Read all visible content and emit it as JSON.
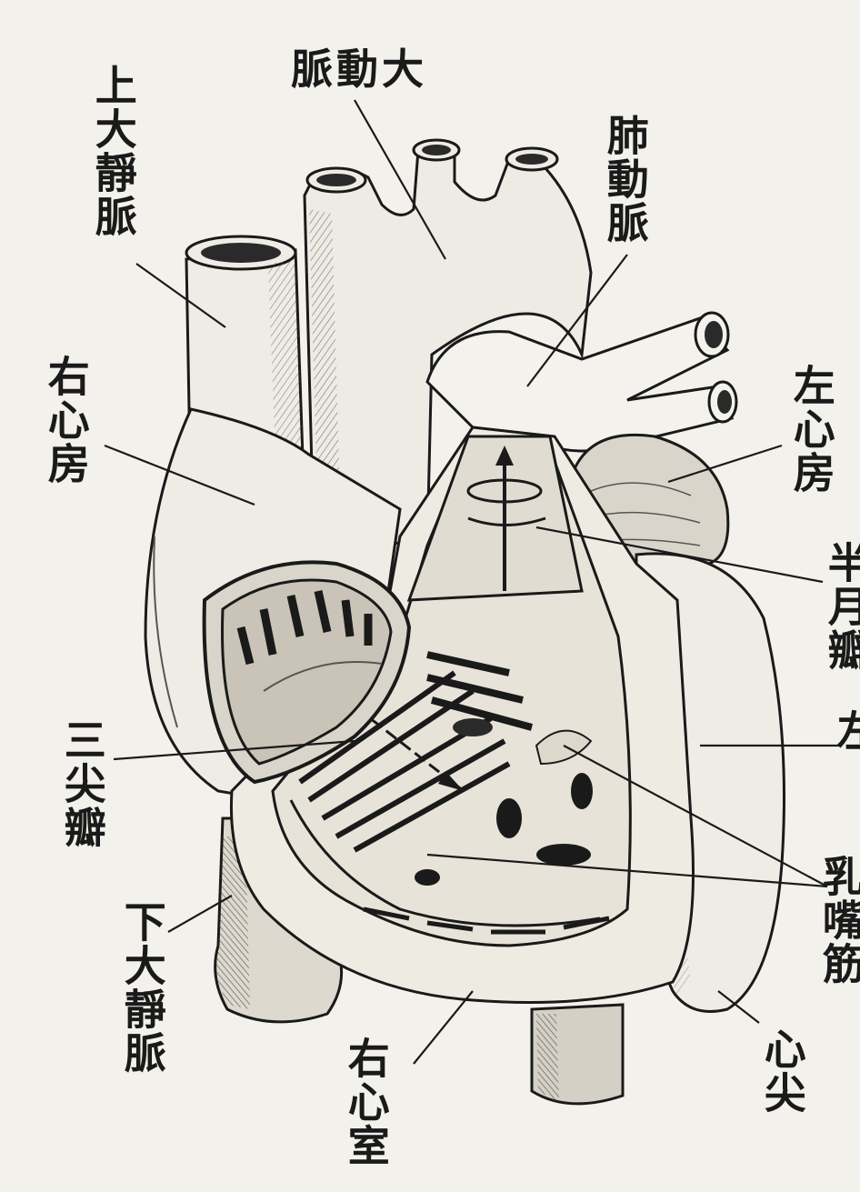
{
  "labels": {
    "aorta": "脈動大",
    "superior_vena_cava": "上大靜脈",
    "pulmonary_artery": "肺動脈",
    "right_atrium": "右心房",
    "left_atrium": "左心房",
    "semilunar_valve": "半月瓣",
    "left_ventricle_partial": "左",
    "tricuspid_valve": "三尖瓣",
    "papillary_muscle": "乳嘴筋",
    "inferior_vena_cava": "下大靜脈",
    "right_ventricle": "右心室",
    "apex": "心尖"
  },
  "colors": {
    "ink": "#1a1a1a",
    "paper": "#f3f1eb",
    "shade": "#d8d4c8",
    "dark": "#2a2a2a"
  }
}
